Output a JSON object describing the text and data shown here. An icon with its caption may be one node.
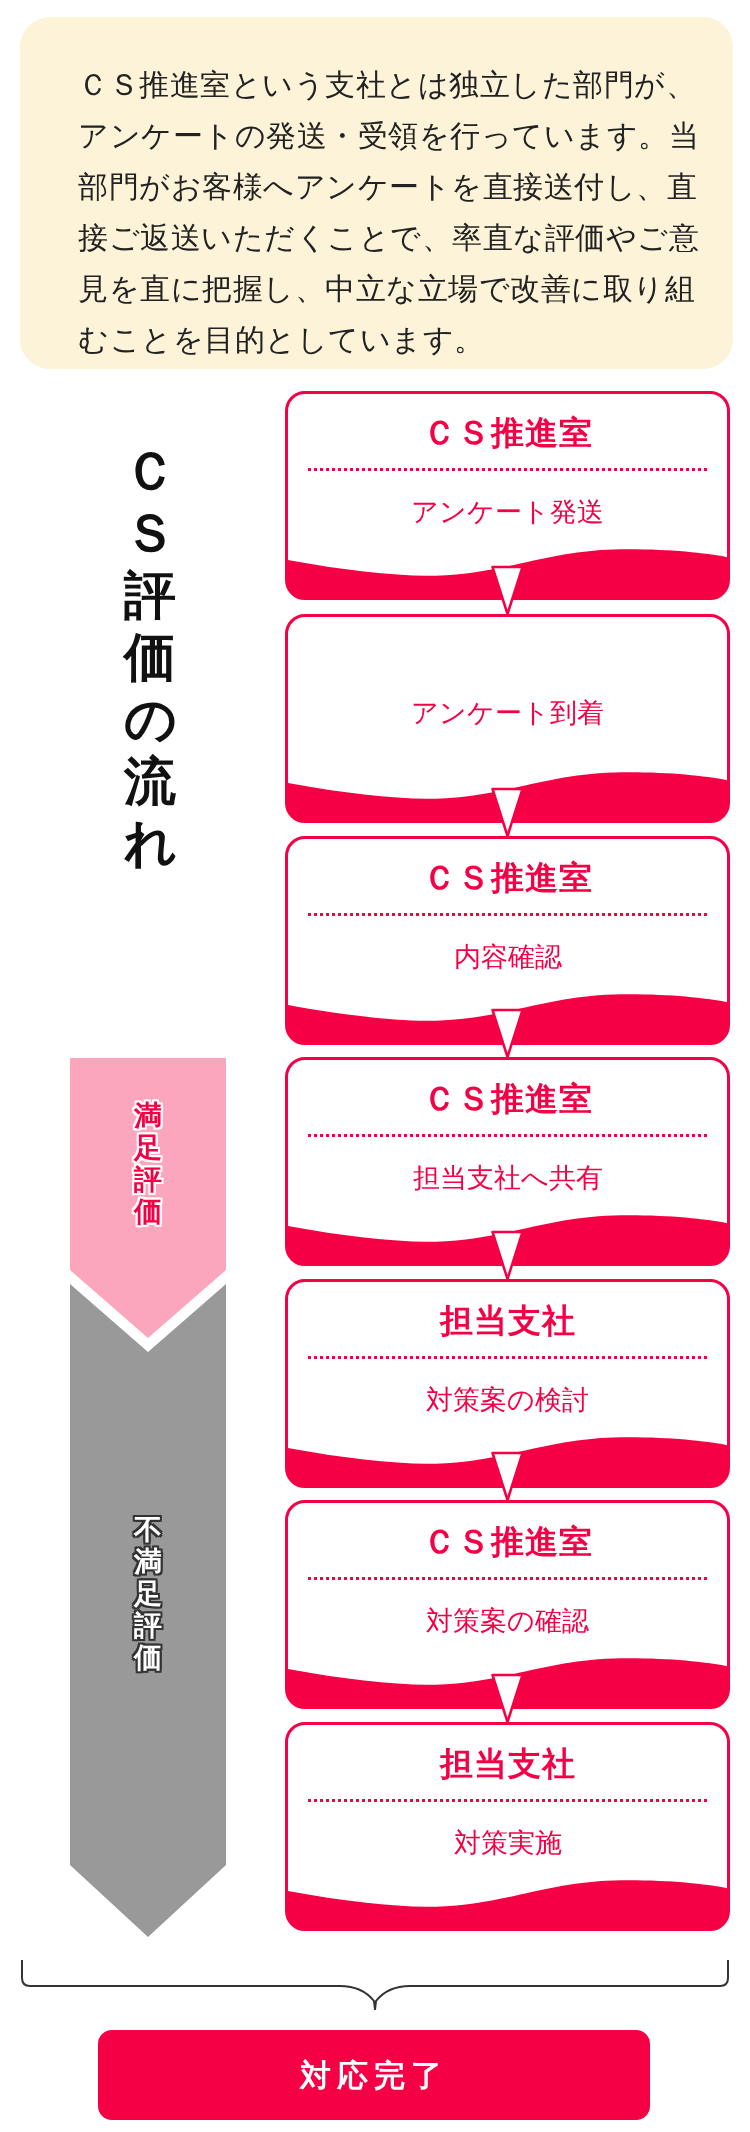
{
  "diagram": {
    "nodes": [
      {
        "text": [
          "ＣＳ推進室という支社とは独立した部門が、アンケートの発送・受領を行っています。当部門がお客様へアンケートを直接送付し、直接ご返送いただくことで、率直な評価やご意見を直に把握し、中立な立場で改善に取り組むことを目的としています。"
        ]
      },
      {
        "text": [
          "ＣＳ推進室",
          "アンケート発送"
        ]
      },
      {
        "text": [
          "アンケート到着"
        ]
      },
      {
        "text": [
          "ＣＳ推進室",
          "内容確認"
        ]
      },
      {
        "text": [
          "ＣＳ推進室",
          "担当支社へ共有"
        ]
      },
      {
        "text": [
          "担当支社",
          "対策案の検討"
        ]
      },
      {
        "text": [
          "ＣＳ推進室",
          "対策案の確認"
        ]
      },
      {
        "text": [
          "担当支社",
          "対策実施"
        ]
      },
      {
        "text": [
          "満足評価"
        ]
      },
      {
        "text": [
          "不満足評価"
        ]
      },
      {
        "text": [
          "対応完了"
        ]
      }
    ],
    "edges": [
      {
        "from": 1,
        "to": 2,
        "arrow": "to"
      },
      {
        "from": 2,
        "to": 3,
        "arrow": "to"
      },
      {
        "from": 3,
        "to": 4,
        "arrow": "to"
      },
      {
        "from": 4,
        "to": 5,
        "arrow": "to"
      },
      {
        "from": 5,
        "to": 6,
        "arrow": "to"
      },
      {
        "from": 6,
        "to": 7,
        "arrow": "to"
      }
    ],
    "labels": [
      "ＣＳ評価の流れ"
    ]
  }
}
